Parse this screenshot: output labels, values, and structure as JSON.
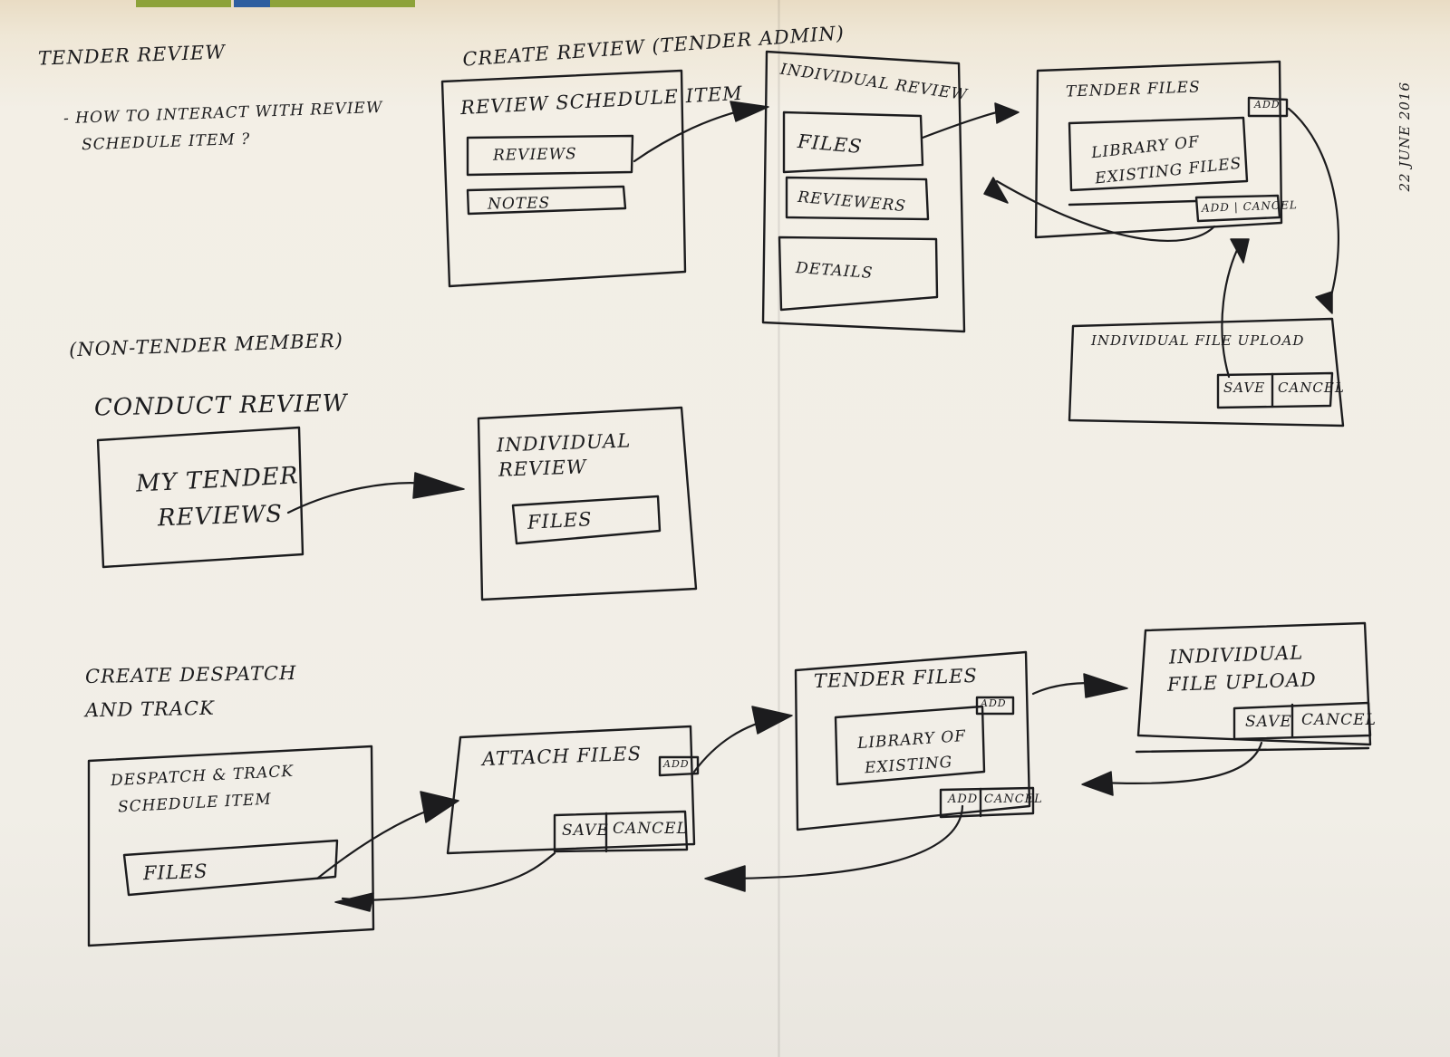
{
  "colors": {
    "paper": "#f1eee7",
    "ink": "#1c1c1e",
    "tape_green": "#8da23a",
    "tape_blue": "#2e5fa0"
  },
  "notes": {
    "title": "TENDER REVIEW",
    "question": "- HOW TO INTERACT WITH REVIEW",
    "question_2": "SCHEDULE ITEM ?",
    "date": "22 JUNE 2016"
  },
  "create_review": {
    "heading": "CREATE REVIEW (TENDER ADMIN)",
    "schedule_item": {
      "title": "REVIEW SCHEDULE ITEM",
      "reviews_label": "REVIEWS",
      "notes_label": "NOTES"
    },
    "individual_review": {
      "title": "INDIVIDUAL REVIEW",
      "files_label": "FILES",
      "reviewers_label": "REVIEWERS",
      "details_label": "DETAILS"
    },
    "tender_files": {
      "title": "TENDER FILES",
      "add_label": "ADD",
      "library_line1": "LIBRARY OF",
      "library_line2": "EXISTING FILES",
      "add_cancel_label": "ADD | CANCEL"
    },
    "file_upload": {
      "title": "INDIVIDUAL FILE UPLOAD",
      "save_label": "SAVE",
      "cancel_label": "CANCEL"
    }
  },
  "conduct_review": {
    "note": "(NON-TENDER MEMBER)",
    "heading": "CONDUCT REVIEW",
    "my_reviews": {
      "line1": "MY TENDER",
      "line2": "REVIEWS"
    },
    "individual_review": {
      "line1": "INDIVIDUAL",
      "line2": "REVIEW",
      "files_label": "FILES"
    }
  },
  "despatch": {
    "heading_line1": "CREATE DESPATCH",
    "heading_line2": "AND TRACK",
    "schedule_item": {
      "line1": "DESPATCH & TRACK",
      "line2": "SCHEDULE ITEM",
      "files_label": "FILES"
    },
    "attach_files": {
      "title": "ATTACH FILES",
      "add_label": "ADD",
      "save_label": "SAVE",
      "cancel_label": "CANCEL"
    },
    "tender_files": {
      "title": "TENDER FILES",
      "add_label": "ADD",
      "library_line1": "LIBRARY OF",
      "library_line2": "EXISTING",
      "add_label_2": "ADD",
      "cancel_label": "CANCEL"
    },
    "file_upload": {
      "line1": "INDIVIDUAL",
      "line2": "FILE UPLOAD",
      "save_label": "SAVE",
      "cancel_label": "CANCEL"
    }
  }
}
